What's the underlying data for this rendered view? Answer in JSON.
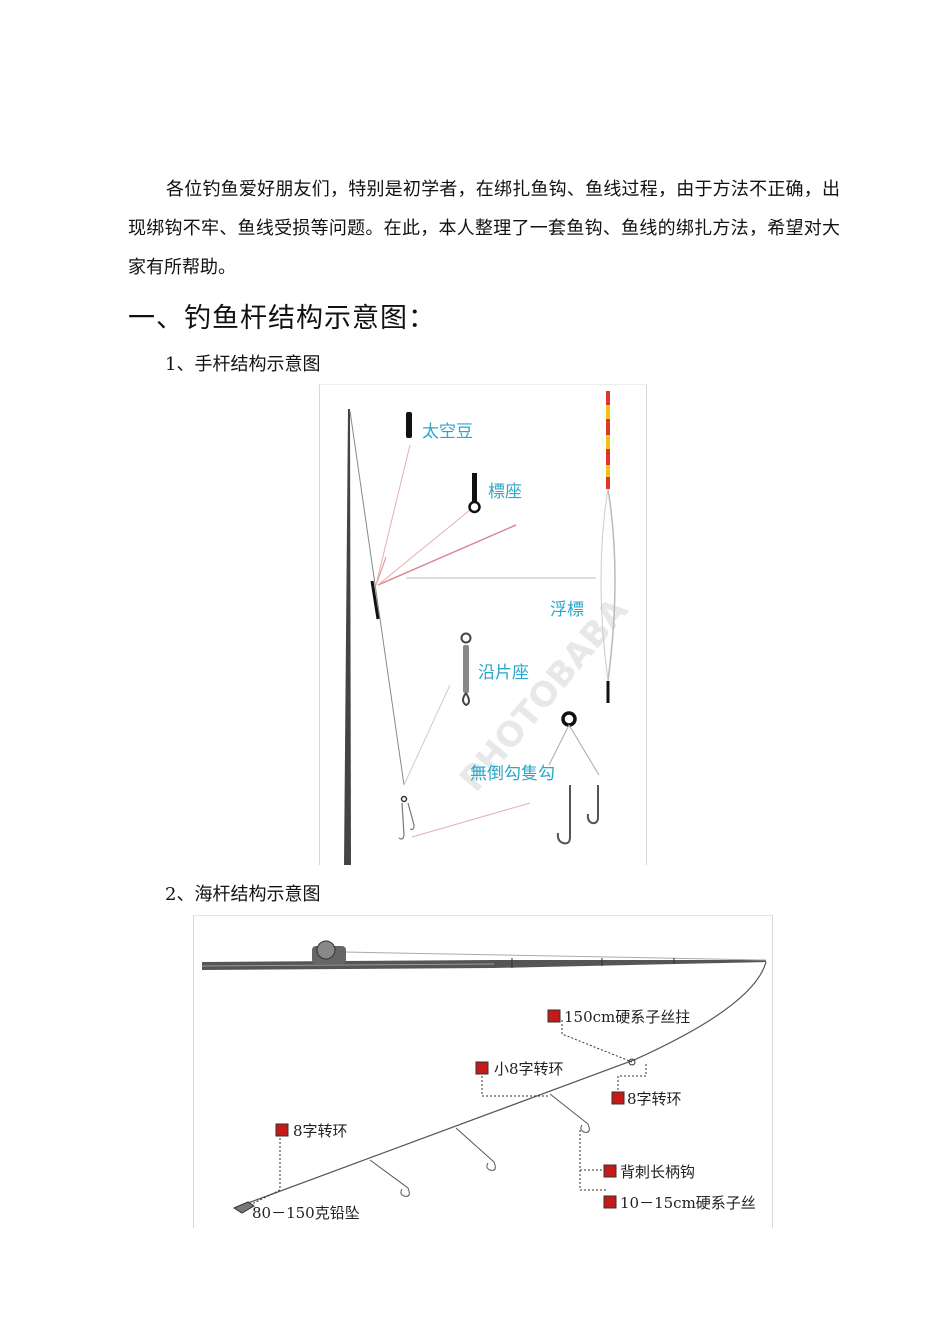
{
  "intro": "各位钓鱼爱好朋友们，特别是初学者，在绑扎鱼钩、鱼线过程，由于方法不正确，出现绑钩不牢、鱼线受损等问题。在此，本人整理了一套鱼钩、鱼线的绑扎方法，希望对大家有所帮助。",
  "section1_title": "一、钓鱼杆结构示意图：",
  "sub1_title": "1、手杆结构示意图",
  "sub2_title": "2、海杆结构示意图",
  "figure1": {
    "watermark": "PHOTOBABA",
    "labels": {
      "bean": "太空豆",
      "float_seat": "標座",
      "float": "浮標",
      "sinker_seat": "沿片座",
      "hooks": "無倒勾隻勾"
    },
    "colors": {
      "label": "#2aa7c9",
      "float_red": "#e2352a",
      "float_yellow": "#f0c419"
    }
  },
  "figure2": {
    "labels": {
      "hard_line_150": "150cm硬系子丝拄",
      "small_swivel": "小8字转环",
      "swivel_right": "8字转环",
      "swivel_left": "8字转环",
      "long_hook": "背刺长柄钩",
      "hard_line_10": "10－15cm硬系子丝",
      "sinker": "80－150克铅坠"
    },
    "colors": {
      "marker": "#c41a1a"
    }
  }
}
